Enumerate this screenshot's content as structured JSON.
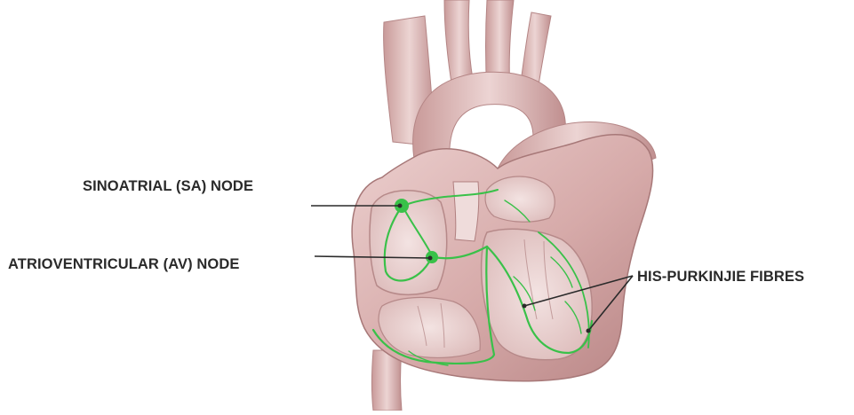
{
  "colors": {
    "background": "#ffffff",
    "heart_tissue": "#d9b2b1",
    "heart_shadow": "#a97a7a",
    "heart_highlight": "#f1dedd",
    "chamber_interior": "#e9d3d2",
    "conduction_pathway": "#39c149",
    "label_text": "#2a2a2a",
    "leader_line": "#2a2a2a"
  },
  "icon": "heart-anatomy-illustration",
  "labels": {
    "sa_node": "SINOATRIAL (SA) NODE",
    "av_node": "ATRIOVENTRICULAR (AV) NODE",
    "his_purkinje": "HIS-PURKINJIE FIBRES"
  }
}
